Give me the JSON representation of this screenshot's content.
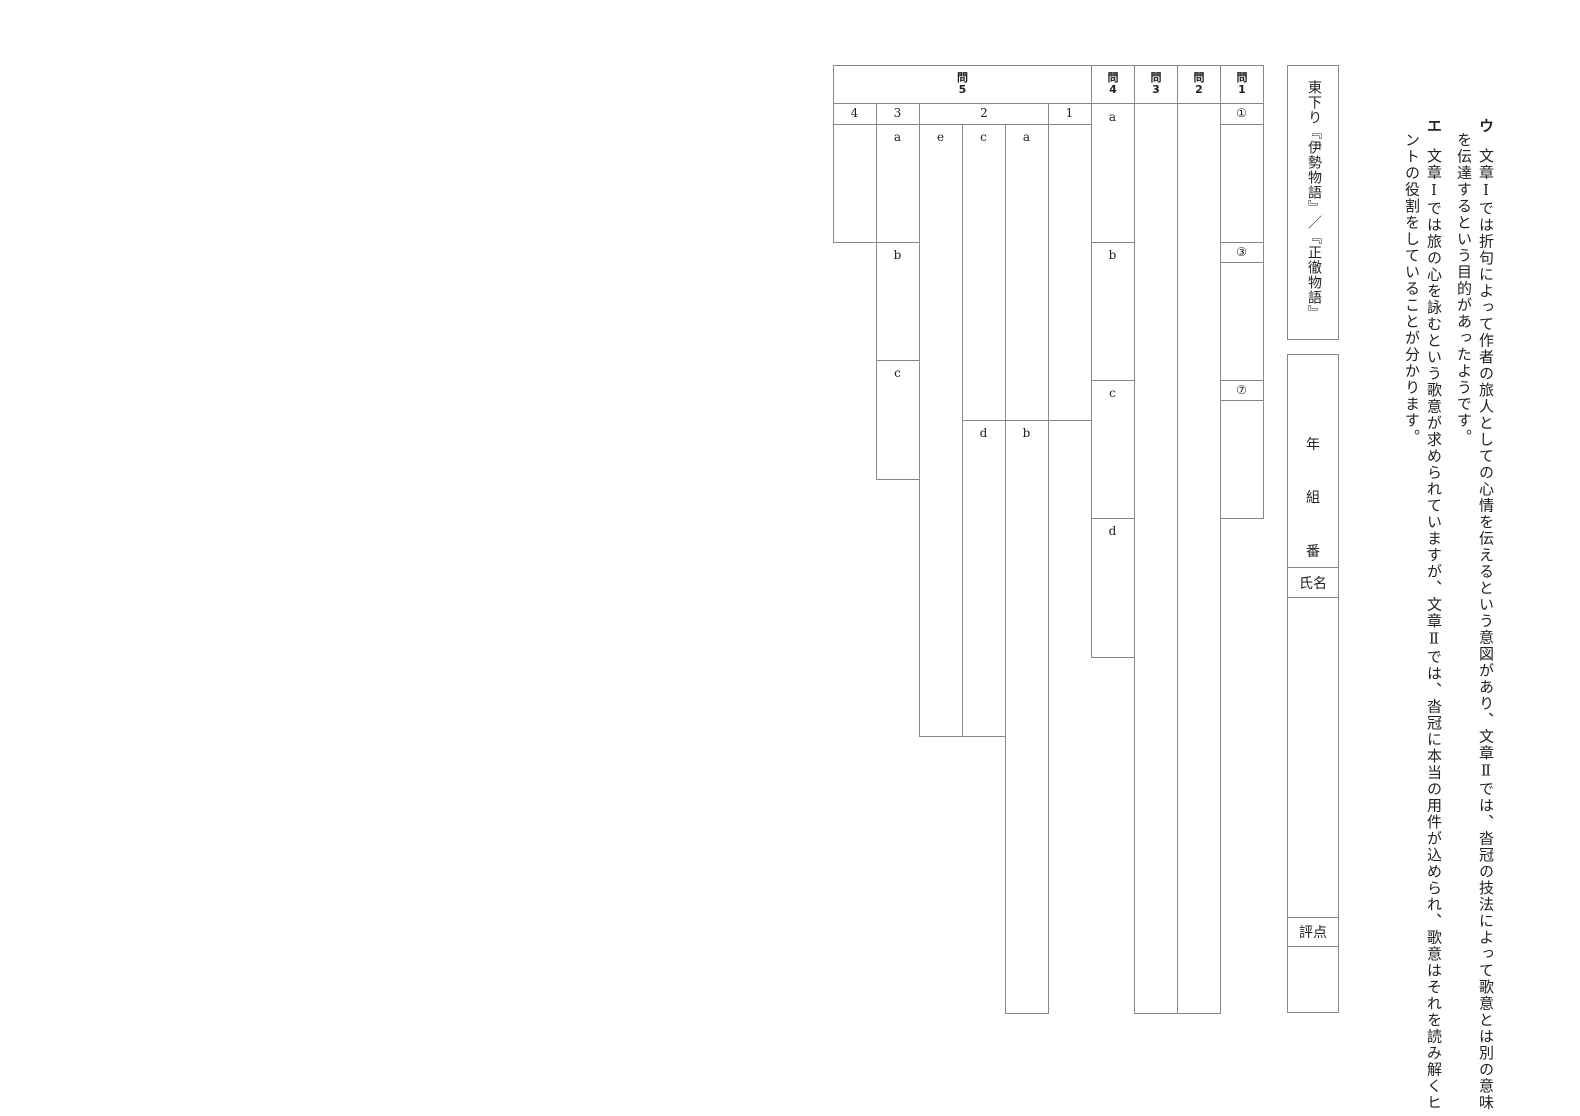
{
  "choices": {
    "u_mark": "ウ",
    "u_line1": "文章Ⅰでは折句によって作者の旅人としての心情を伝えるという意図があり、文章Ⅱでは、沓冠の技法によって歌意とは別の意味",
    "u_line2": "を伝達するという目的があったようです。",
    "e_mark": "エ",
    "e_line1": "文章Ⅰでは旅の心を詠むという歌意が求められていますが、文章Ⅱでは、沓冠に本当の用件が込められ、歌意はそれを読み解くヒ",
    "e_line2": "ントの役割をしていることが分かります。"
  },
  "header": {
    "title": "東下り『伊勢物語』／『正徹物語』",
    "nen": "年",
    "kumi": "組",
    "ban": "番",
    "name_label": "氏名",
    "score_label": "評点"
  },
  "grid": {
    "q1": {
      "label": "問\n1",
      "sub": [
        "①",
        "③",
        "⑦"
      ]
    },
    "q2": {
      "label": "問\n2"
    },
    "q3": {
      "label": "問\n3"
    },
    "q4": {
      "label": "問\n4",
      "sub": [
        "a",
        "b",
        "c",
        "d"
      ]
    },
    "q5": {
      "label": "問\n5",
      "parts": [
        "1",
        "2",
        "3",
        "4"
      ],
      "p2_sub": [
        "a",
        "c",
        "e",
        "b",
        "d"
      ],
      "p3_sub": [
        "a",
        "b",
        "c"
      ]
    }
  }
}
